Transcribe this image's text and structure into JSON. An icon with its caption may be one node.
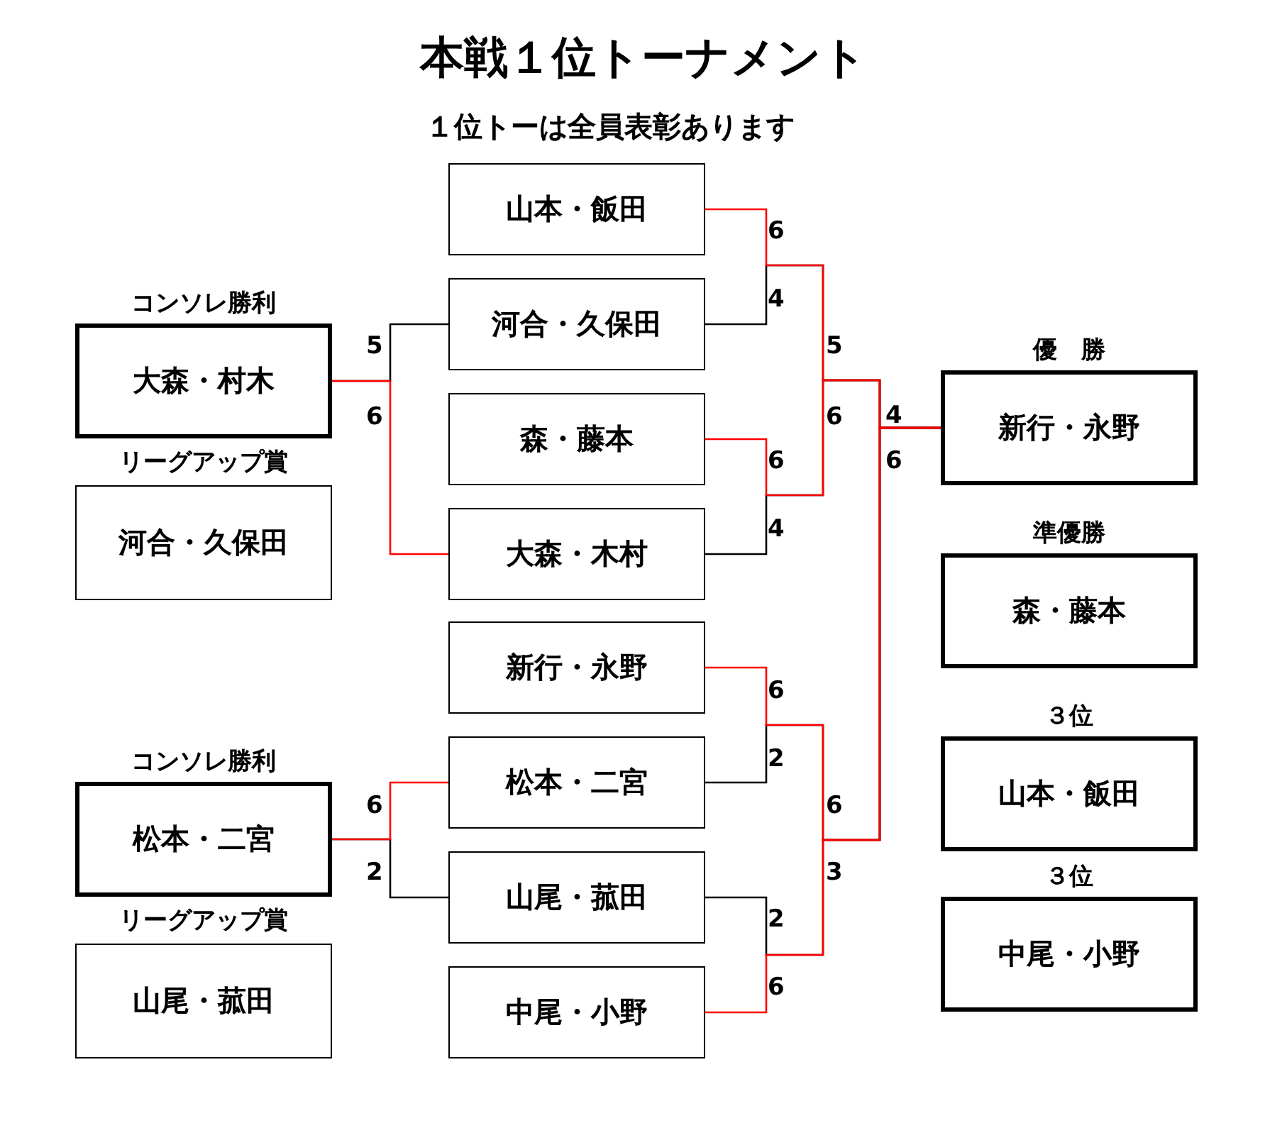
{
  "diagram": {
    "title": "本戦１位トーナメント",
    "nodes": [
      {
        "text": [
          "山本・飯田"
        ]
      },
      {
        "text": [
          "河合・久保田"
        ]
      },
      {
        "text": [
          "森・藤本"
        ]
      },
      {
        "text": [
          "大森・木村"
        ]
      },
      {
        "text": [
          "新行・永野"
        ]
      },
      {
        "text": [
          "松本・二宮"
        ]
      },
      {
        "text": [
          "山尾・菰田"
        ]
      },
      {
        "text": [
          "中尾・小野"
        ]
      },
      {
        "text": [
          "コンソレ勝利",
          "大森・村木"
        ]
      },
      {
        "text": [
          "リーグアップ賞",
          "河合・久保田"
        ]
      },
      {
        "text": [
          "コンソレ勝利",
          "松本・二宮"
        ]
      },
      {
        "text": [
          "リーグアップ賞",
          "山尾・菰田"
        ]
      },
      {
        "text": [
          "優　勝",
          "新行・永野"
        ]
      },
      {
        "text": [
          "準優勝",
          "森・藤本"
        ]
      },
      {
        "text": [
          "３位",
          "山本・飯田"
        ]
      },
      {
        "text": [
          "３位",
          "中尾・小野"
        ]
      }
    ],
    "edges": [
      {
        "from": 0,
        "to": 12,
        "arrow": "none",
        "color": "#ff0000"
      },
      {
        "from": 1,
        "to": 12,
        "arrow": "none",
        "color": "#000000"
      },
      {
        "from": 2,
        "to": 12,
        "arrow": "none",
        "color": "#ff0000"
      },
      {
        "from": 3,
        "to": 12,
        "arrow": "none",
        "color": "#000000"
      },
      {
        "from": 4,
        "to": 12,
        "arrow": "none",
        "color": "#ff0000"
      },
      {
        "from": 5,
        "to": 12,
        "arrow": "none",
        "color": "#000000"
      },
      {
        "from": 6,
        "to": 12,
        "arrow": "none",
        "color": "#000000"
      },
      {
        "from": 7,
        "to": 12,
        "arrow": "none",
        "color": "#ff0000"
      },
      {
        "from": 8,
        "to": 1,
        "arrow": "none",
        "color": "#000000"
      },
      {
        "from": 8,
        "to": 3,
        "arrow": "none",
        "color": "#ff0000"
      },
      {
        "from": 10,
        "to": 5,
        "arrow": "none",
        "color": "#ff0000"
      },
      {
        "from": 10,
        "to": 6,
        "arrow": "none",
        "color": "#000000"
      }
    ],
    "labels": [
      "１位トーは全員表彰あります",
      "6",
      "4",
      "5",
      "5",
      "4",
      "6",
      "6",
      "6",
      "6",
      "4",
      "6",
      "2",
      "6",
      "6",
      "2",
      "3",
      "2",
      "6"
    ]
  }
}
